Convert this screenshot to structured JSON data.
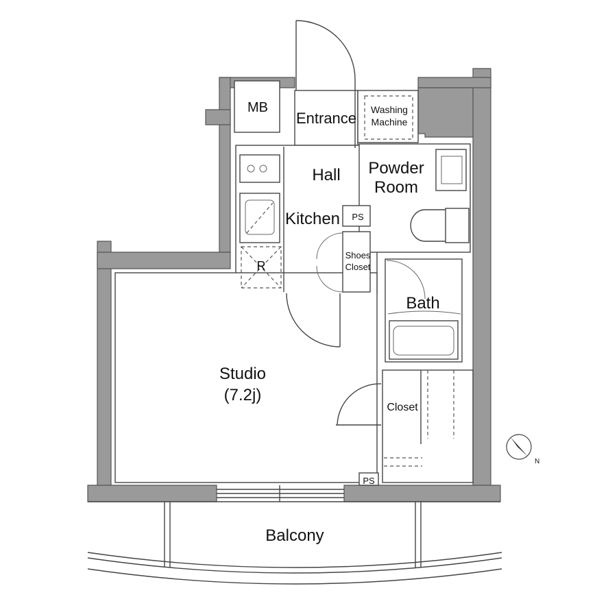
{
  "rooms": {
    "mb": "MB",
    "entrance": "Entrance",
    "washing_line1": "Washing",
    "washing_line2": "Machine",
    "hall": "Hall",
    "powder_line1": "Powder",
    "powder_line2": "Room",
    "kitchen": "Kitchen",
    "ps_upper": "PS",
    "shoes_line1": "Shoes",
    "shoes_line2": "Closet",
    "fridge": "R",
    "bath": "Bath",
    "studio": "Studio",
    "studio_size": "(7.2j)",
    "closet": "Closet",
    "ps_lower": "PS",
    "balcony": "Balcony"
  },
  "compass": {
    "north_label": "N"
  }
}
